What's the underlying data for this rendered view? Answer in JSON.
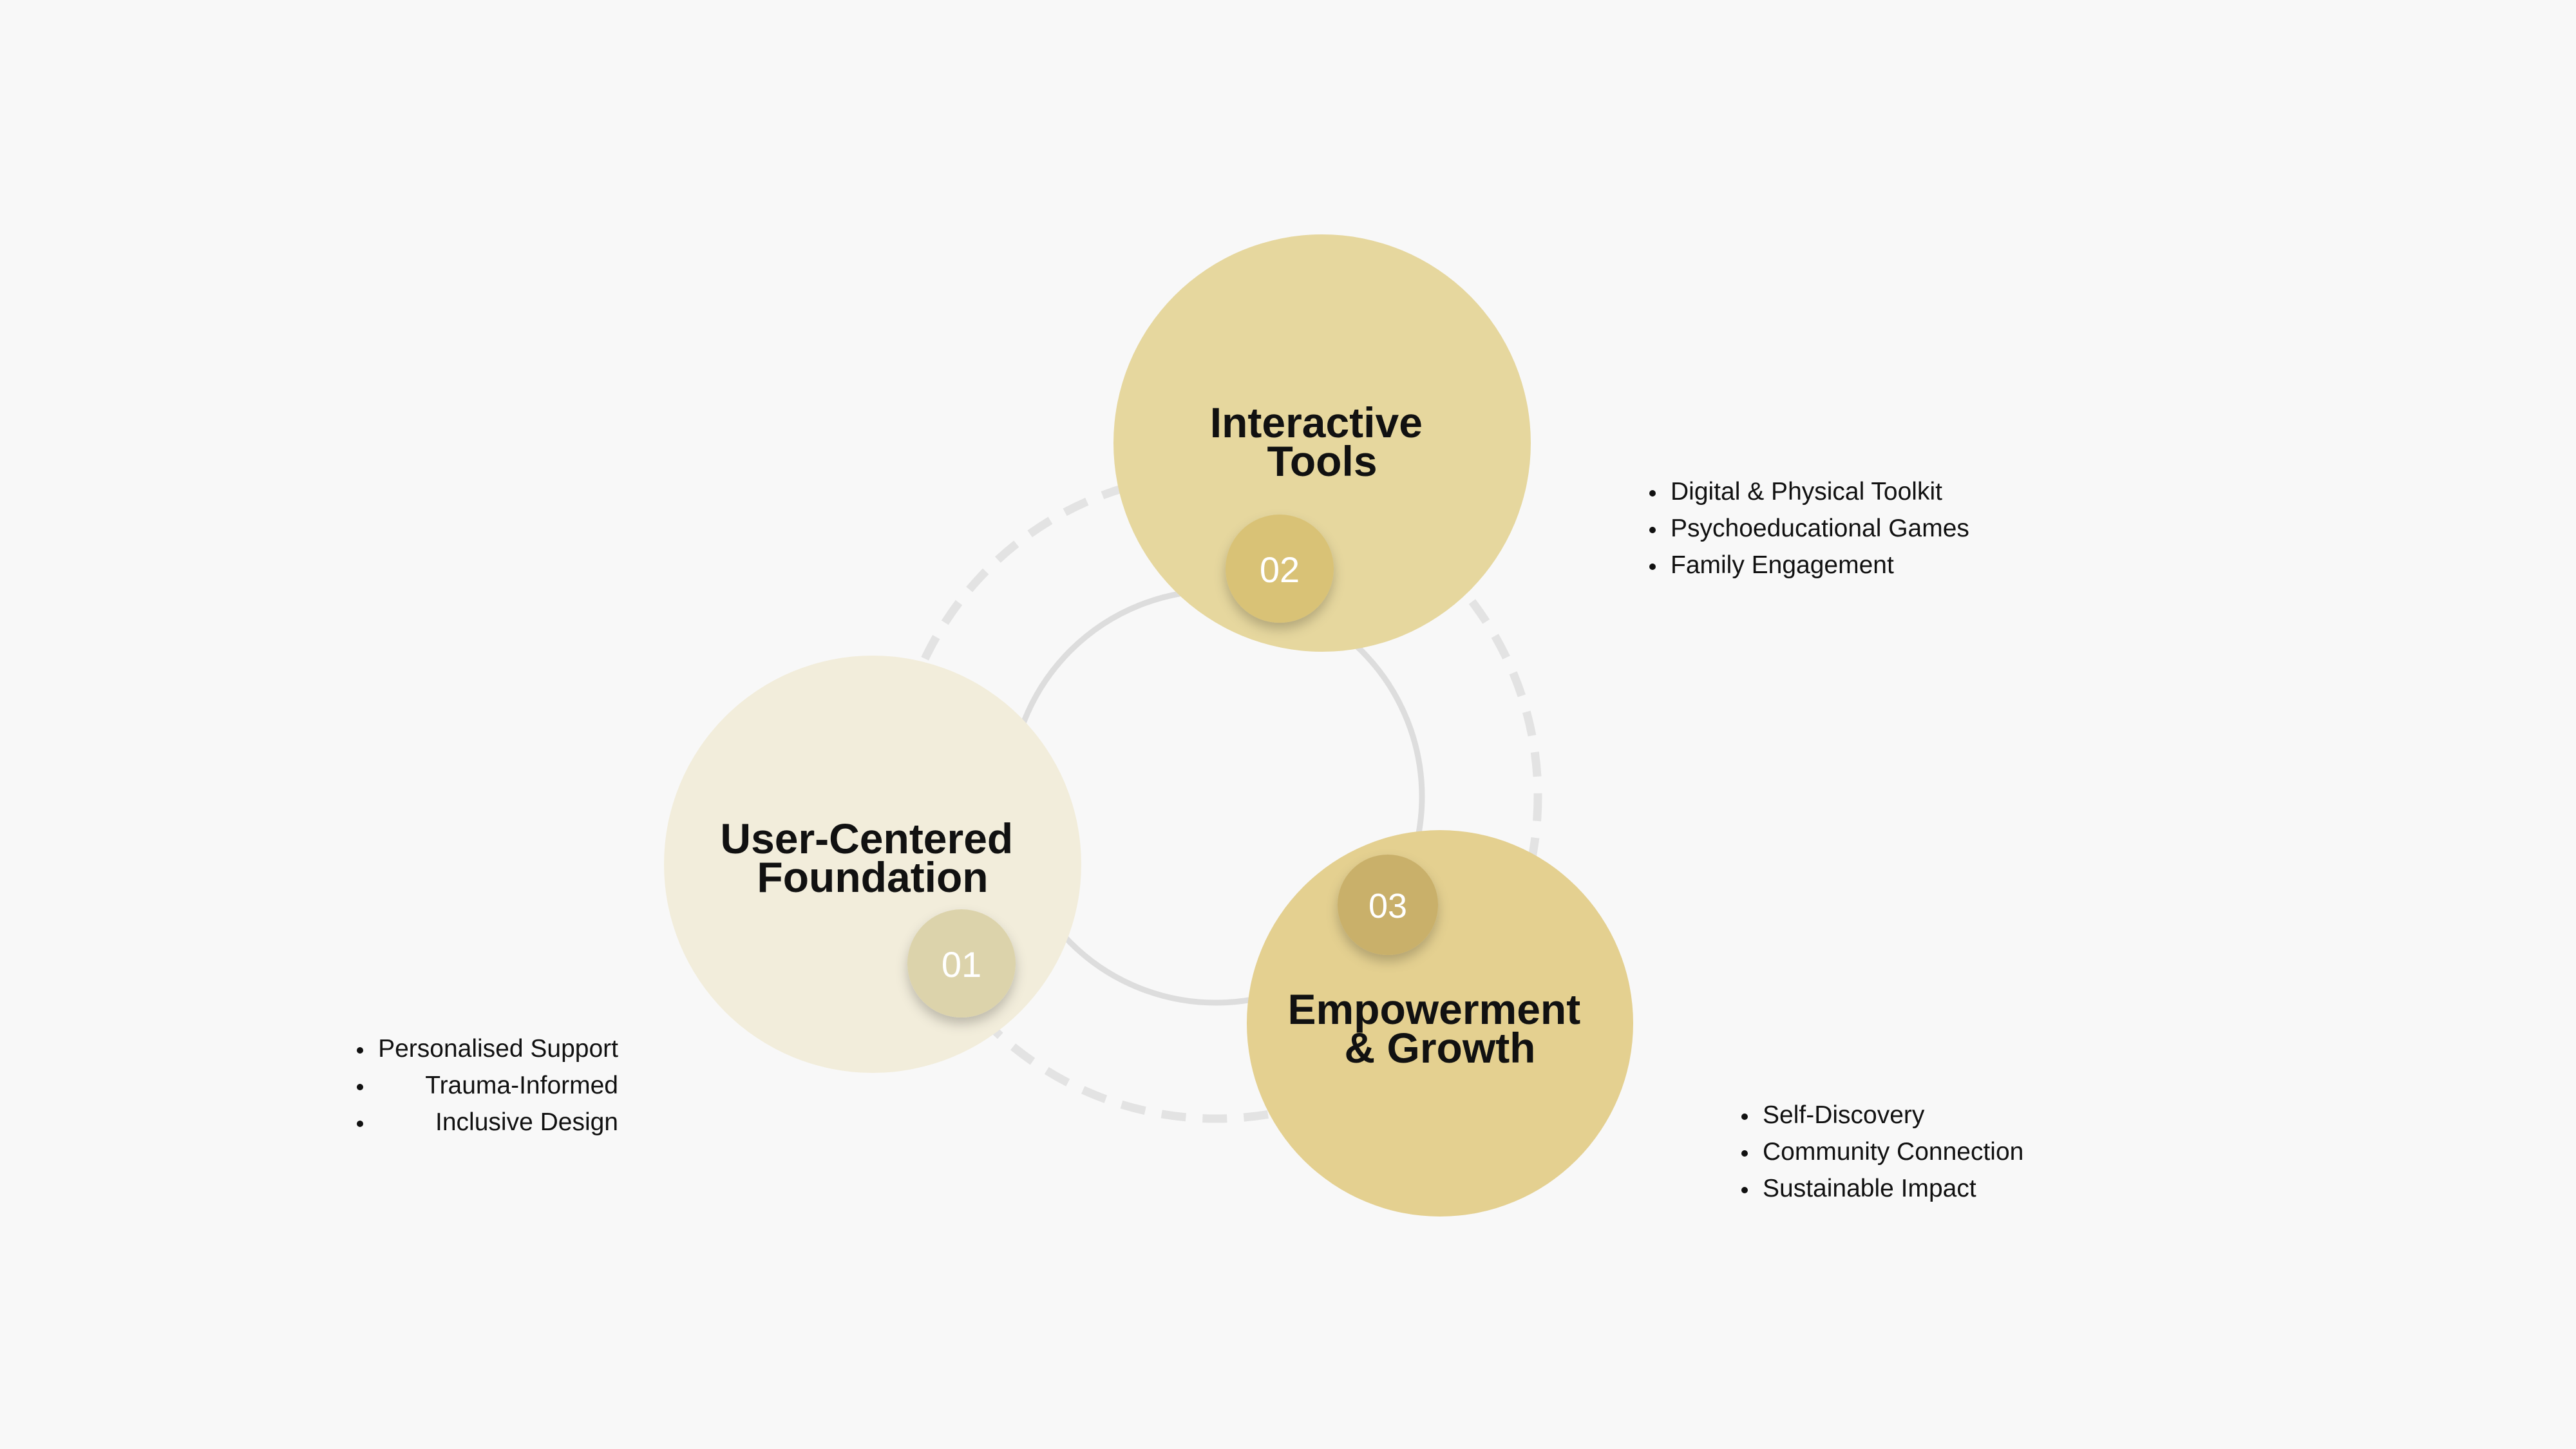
{
  "diagram": {
    "colors": {
      "background": "#f8f8f8",
      "node_01": "#f2eddb",
      "node_02": "#e6d79e",
      "node_03": "#e4d090",
      "badge_01": "#dcd3ab",
      "badge_02": "#d9c276",
      "badge_03": "#c9b06a",
      "ring": "#dddddd",
      "dashed_ring": "#e3e3e3",
      "text": "#111111"
    },
    "nodes": [
      {
        "id": "01",
        "number": "01",
        "title_lines": [
          "User-Centered",
          "Foundation"
        ],
        "bullets": [
          "Personalised Support",
          "Trauma-Informed",
          "Inclusive Design"
        ]
      },
      {
        "id": "02",
        "number": "02",
        "title_lines": [
          "Interactive",
          "Tools"
        ],
        "bullets": [
          "Digital & Physical Toolkit",
          "Psychoeducational Games",
          "Family Engagement"
        ]
      },
      {
        "id": "03",
        "number": "03",
        "title_lines": [
          "Empowerment",
          "& Growth"
        ],
        "bullets": [
          "Self-Discovery",
          "Community Connection",
          "Sustainable Impact"
        ]
      }
    ]
  }
}
